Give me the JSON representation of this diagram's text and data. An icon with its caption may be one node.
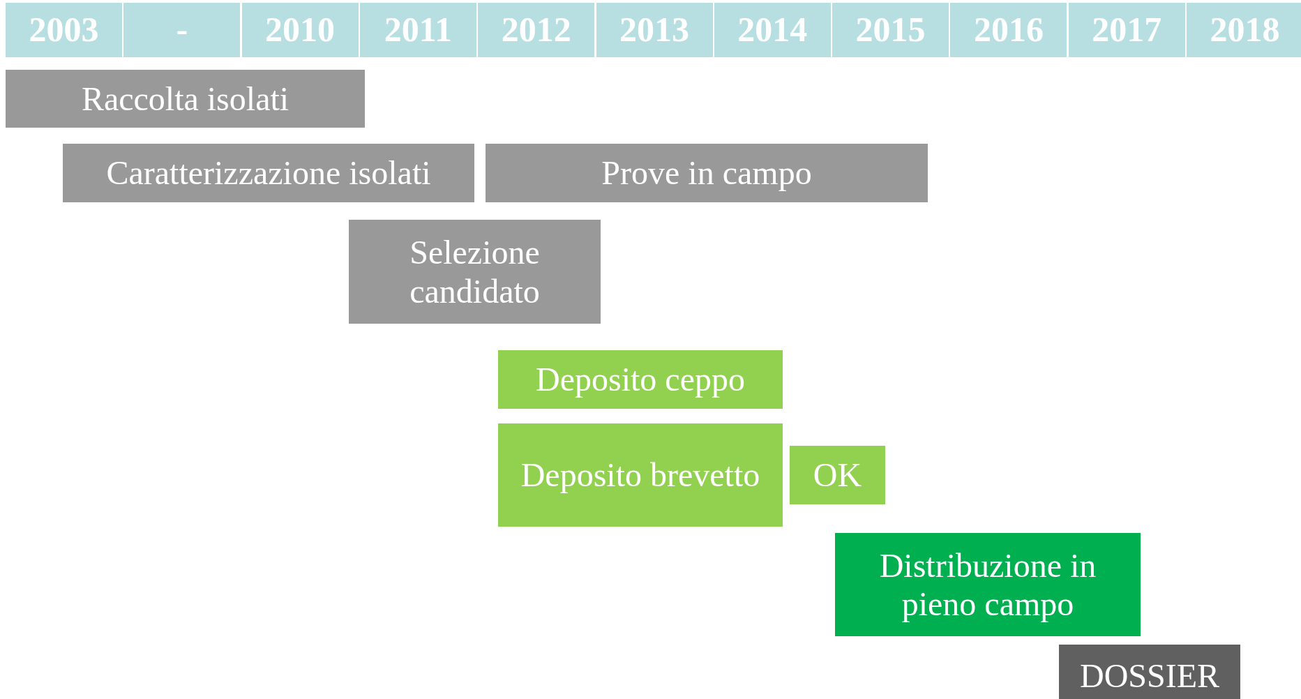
{
  "diagram": {
    "nodes": [
      {
        "text": [
          "2003"
        ]
      },
      {
        "text": [
          "-"
        ]
      },
      {
        "text": [
          "2010"
        ]
      },
      {
        "text": [
          "2011"
        ]
      },
      {
        "text": [
          "2012"
        ]
      },
      {
        "text": [
          "2013"
        ]
      },
      {
        "text": [
          "2014"
        ]
      },
      {
        "text": [
          "2015"
        ]
      },
      {
        "text": [
          "2016"
        ]
      },
      {
        "text": [
          "2017"
        ]
      },
      {
        "text": [
          "2018"
        ]
      },
      {
        "text": [
          "Raccolta isolati"
        ]
      },
      {
        "text": [
          "Caratterizzazione isolati"
        ]
      },
      {
        "text": [
          "Prove in campo"
        ]
      },
      {
        "text": [
          "Selezione candidato"
        ]
      },
      {
        "text": [
          "Deposito ceppo"
        ]
      },
      {
        "text": [
          "Deposito brevetto"
        ]
      },
      {
        "text": [
          "OK"
        ]
      },
      {
        "text": [
          "Distribuzione in pieno campo"
        ]
      },
      {
        "text": [
          "DOSSIER"
        ]
      }
    ]
  }
}
